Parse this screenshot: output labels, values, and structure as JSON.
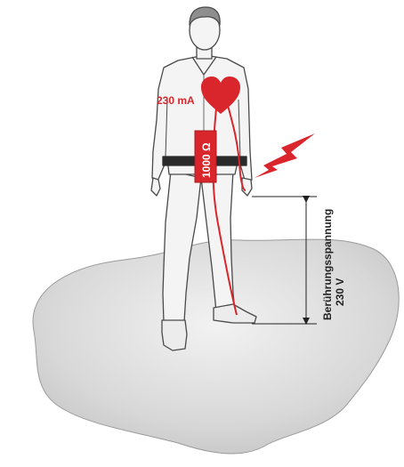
{
  "labels": {
    "current": "230 mA",
    "resistance": "1000 Ω",
    "contact_voltage_title": "Berührungsspannung",
    "contact_voltage_value": "230 V"
  },
  "colors": {
    "danger_red": "#d9262c",
    "outline": "#4a4a4a",
    "ground_fill": "#dcdcdc",
    "figure_fill": "#f4f4f4"
  },
  "icons": {
    "heart": "heart-icon",
    "lightning": "lightning-bolt-icon"
  }
}
